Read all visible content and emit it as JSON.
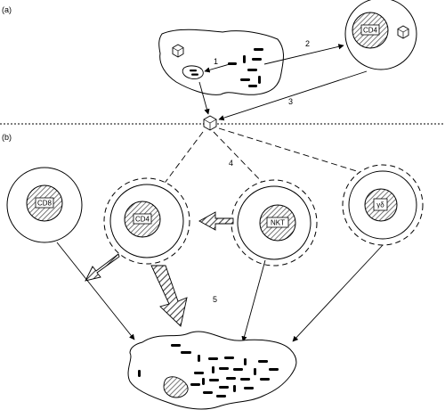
{
  "panels": {
    "a": "(a)",
    "b": "(b)"
  },
  "cells": {
    "cd4_top": "CD4",
    "cd8": "CD8",
    "cd4": "CD4",
    "nkt": "NKT",
    "gd": "γδ"
  },
  "steps": {
    "s1": "1",
    "s2": "2",
    "s3": "3",
    "s4": "4",
    "s5": "5"
  }
}
